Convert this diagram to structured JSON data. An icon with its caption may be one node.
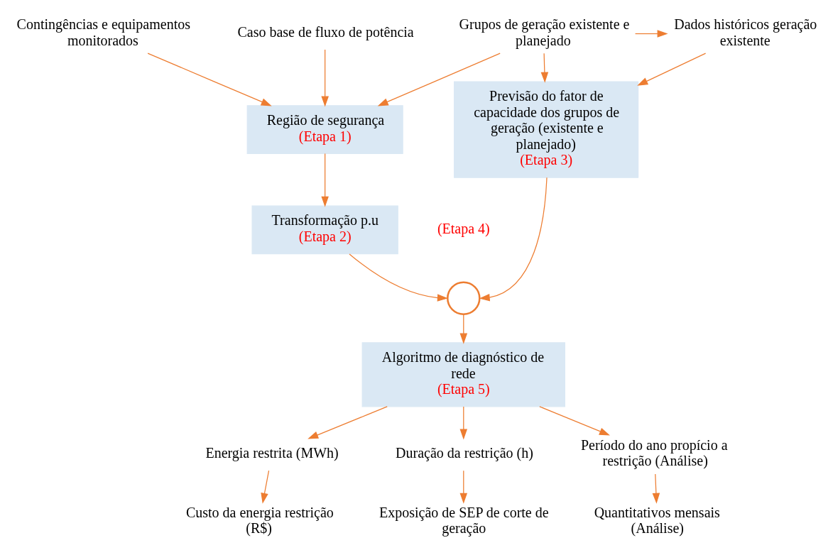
{
  "diagram": {
    "nodes": [
      {
        "text": [
          "Contingências e equipamentos monitorados"
        ]
      },
      {
        "text": [
          "Caso base de fluxo de potência"
        ]
      },
      {
        "text": [
          "Grupos de geração existente e planejado"
        ]
      },
      {
        "text": [
          "Dados históricos geração existente"
        ]
      },
      {
        "text": [
          "Região de segurança",
          "(Etapa 1)"
        ]
      },
      {
        "text": [
          "Previsão do fator de capacidade dos grupos de geração (existente e planejado)",
          "(Etapa 3)"
        ]
      },
      {
        "text": [
          "Transformação p.u",
          "(Etapa 2)"
        ]
      },
      {
        "text": [],
        "shape": "circle",
        "beside": [
          "(Etapa 4)"
        ]
      },
      {
        "text": [
          "Algoritmo de diagnóstico de rede",
          "(Etapa 5)"
        ]
      },
      {
        "text": [
          "Energia restrita (MWh)"
        ]
      },
      {
        "text": [
          "Duração da restrição (h)"
        ]
      },
      {
        "text": [
          "Período do ano propício a restrição (Análise)"
        ]
      },
      {
        "text": [
          "Custo da energia restrição (R$)"
        ]
      },
      {
        "text": [
          "Exposição de SEP de corte de geração"
        ]
      },
      {
        "text": [
          "Quantitativos mensais (Análise)"
        ]
      }
    ],
    "edges": [
      {
        "from": 0,
        "to": 4,
        "arrow": "to"
      },
      {
        "from": 1,
        "to": 4,
        "arrow": "to"
      },
      {
        "from": 2,
        "to": 4,
        "arrow": "to"
      },
      {
        "from": 2,
        "to": 5,
        "arrow": "to"
      },
      {
        "from": 2,
        "to": 3,
        "arrow": "to"
      },
      {
        "from": 3,
        "to": 5,
        "arrow": "to"
      },
      {
        "from": 4,
        "to": 6,
        "arrow": "to"
      },
      {
        "from": 6,
        "to": 7,
        "arrow": "to"
      },
      {
        "from": 5,
        "to": 7,
        "arrow": "to"
      },
      {
        "from": 7,
        "to": 8,
        "arrow": "to"
      },
      {
        "from": 8,
        "to": 9,
        "arrow": "to"
      },
      {
        "from": 8,
        "to": 10,
        "arrow": "to"
      },
      {
        "from": 8,
        "to": 11,
        "arrow": "to"
      },
      {
        "from": 9,
        "to": 12,
        "arrow": "to"
      },
      {
        "from": 10,
        "to": 13,
        "arrow": "to"
      },
      {
        "from": 11,
        "to": 14,
        "arrow": "to"
      }
    ]
  }
}
